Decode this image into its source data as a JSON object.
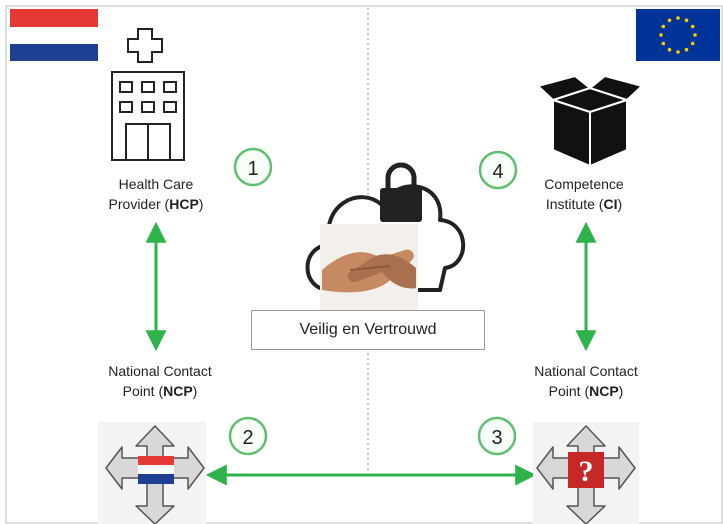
{
  "steps": [
    "1",
    "2",
    "3",
    "4"
  ],
  "hcp": {
    "line1": "Health Care",
    "line2_prefix": "Provider (",
    "line2_abbr": "HCP",
    "line2_suffix": ")"
  },
  "ci": {
    "line1": "Competence",
    "line2_prefix": "Institute (",
    "line2_abbr": "CI",
    "line2_suffix": ")"
  },
  "ncp_left": {
    "line1": "National Contact",
    "line2_prefix": "Point (",
    "line2_abbr": "NCP",
    "line2_suffix": ")"
  },
  "ncp_right": {
    "line1": "National Contact",
    "line2_prefix": "Point (",
    "line2_abbr": "NCP",
    "line2_suffix": ")"
  },
  "center_label": "Veilig en Vertrouwd",
  "unknown_country_symbol": "?",
  "colors": {
    "connector": "#2db34a",
    "circle_border": "#5fbf6f",
    "nl_red": "#e53935",
    "nl_blue": "#1f3f93",
    "eu_blue": "#003399",
    "eu_star": "#ffcc00",
    "arrow_fill": "#d8d8d8",
    "question_red": "#c62828"
  }
}
